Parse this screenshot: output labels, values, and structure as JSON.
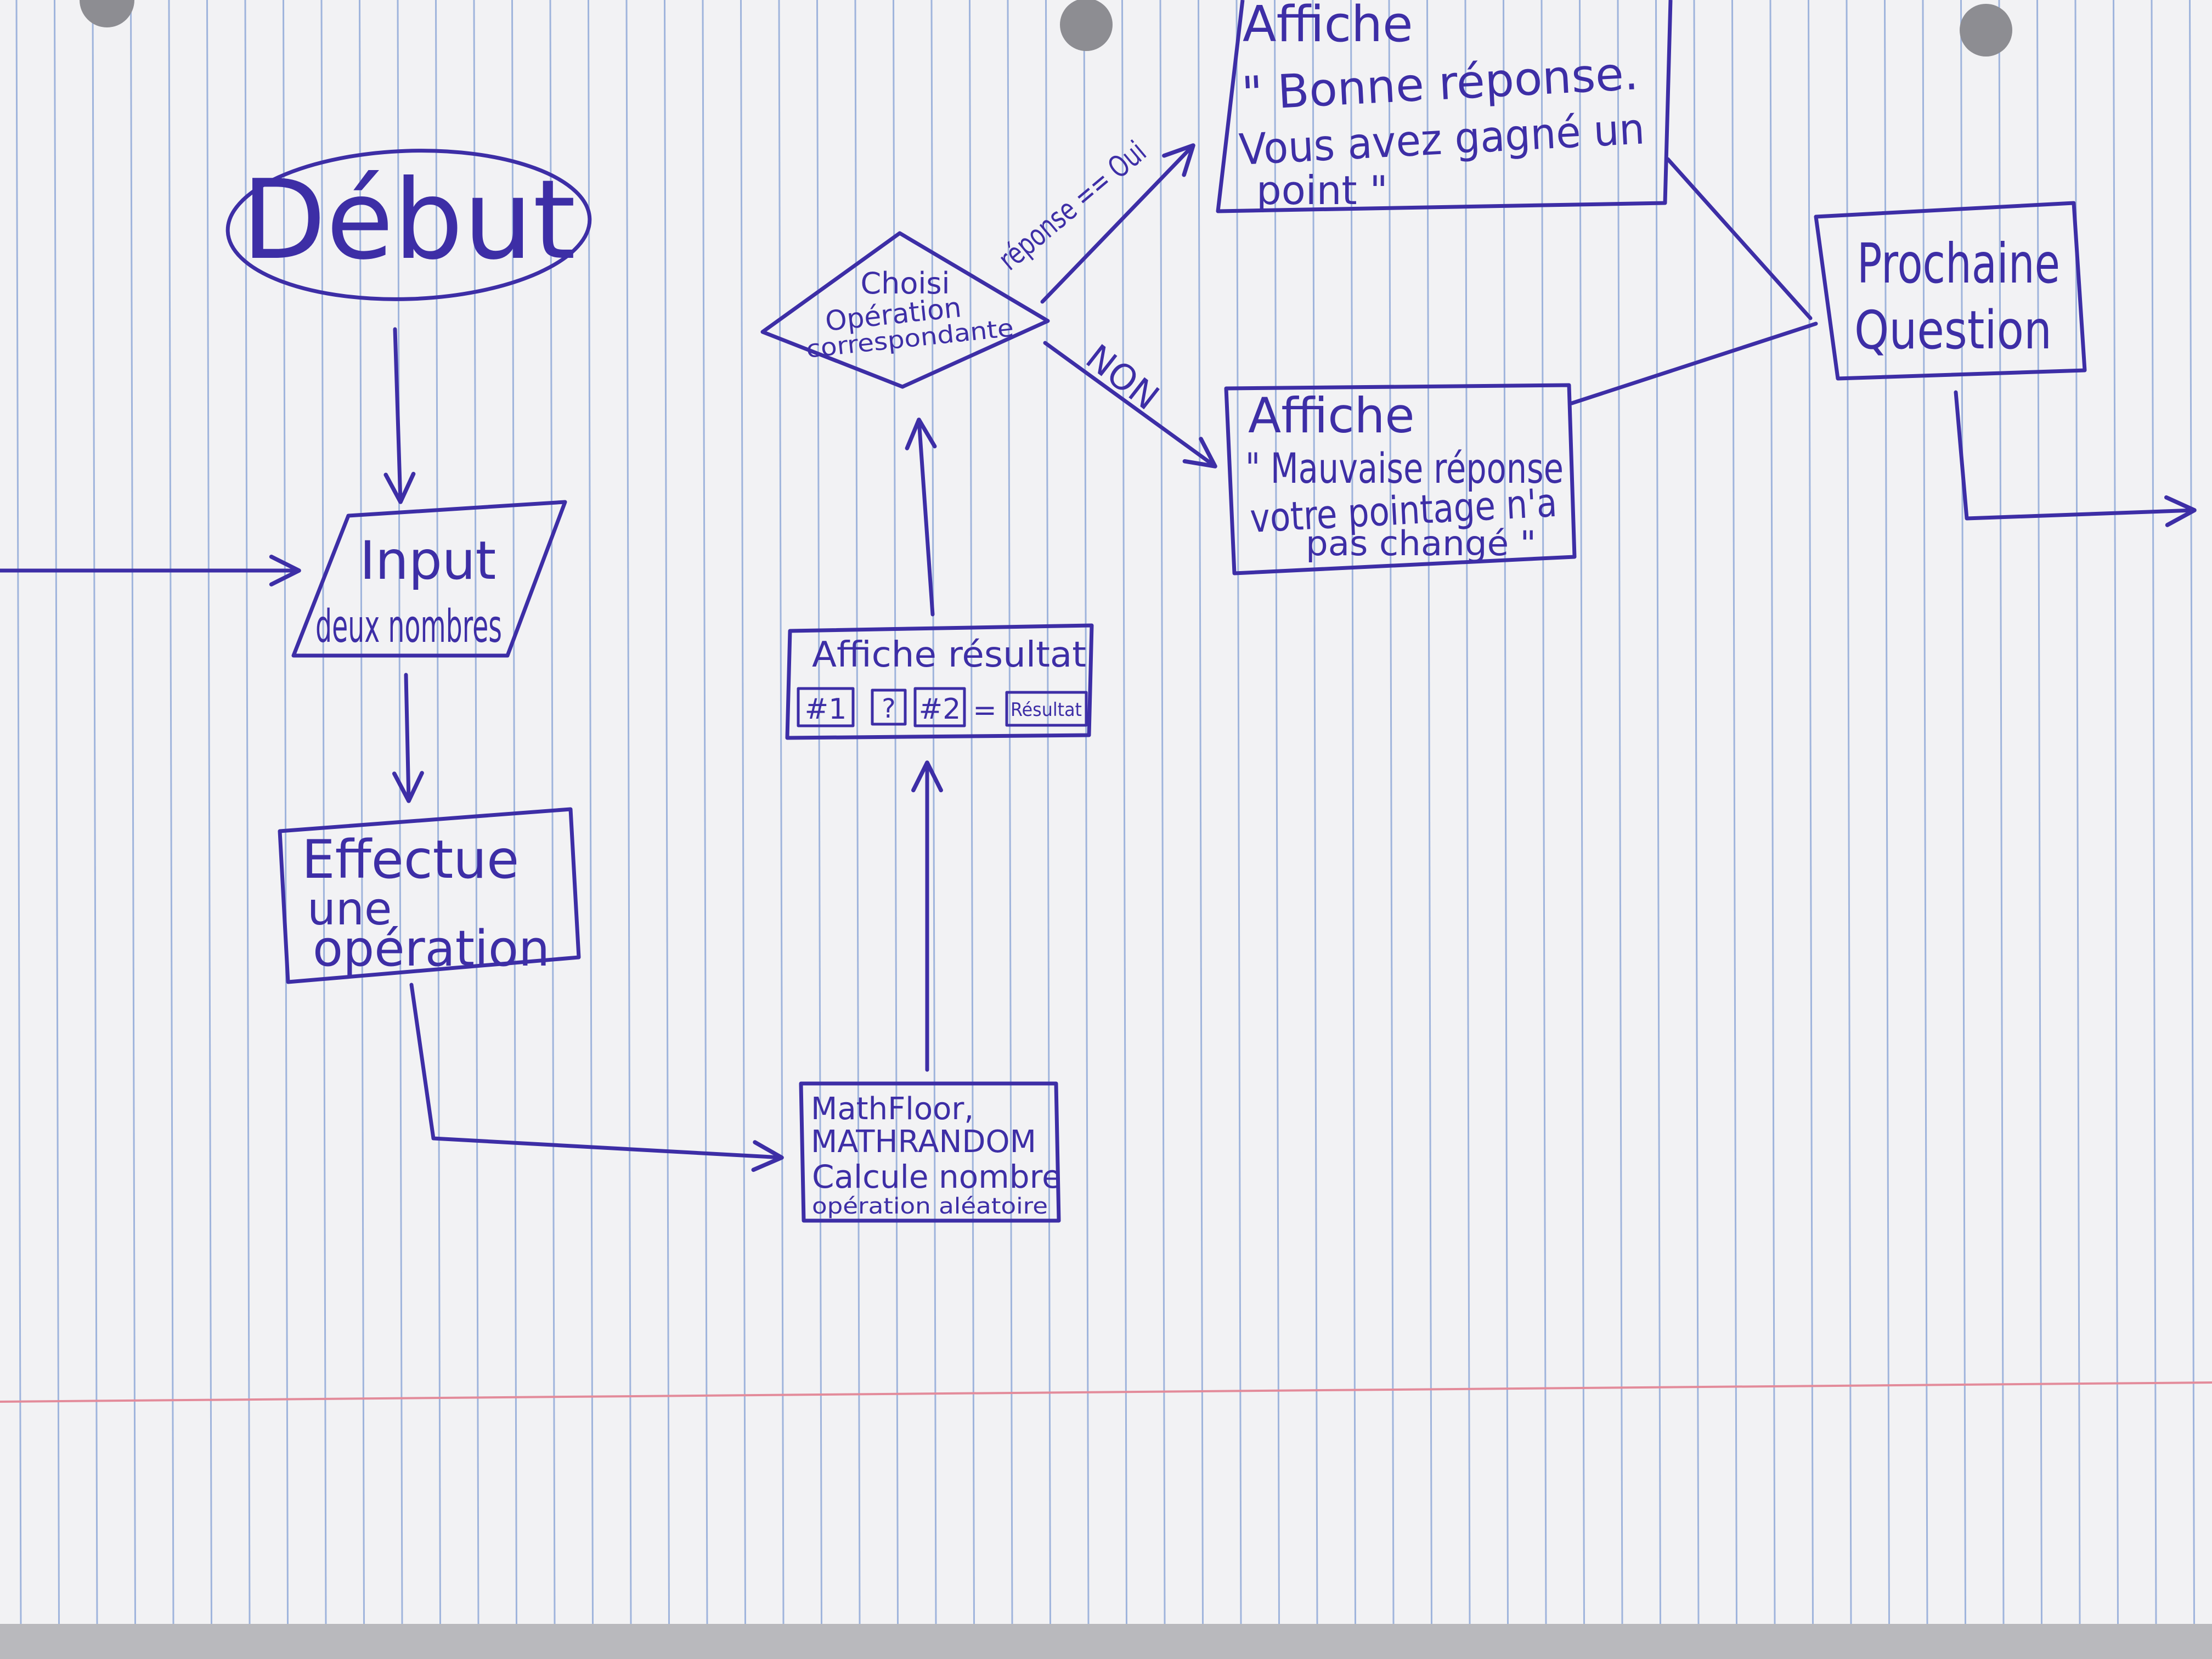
{
  "diagram": {
    "colors": {
      "ink": "#3d2ea6",
      "paper": "#f2f2f4",
      "rule_blue": "#9fb4dc",
      "margin_red": "#e38b9a"
    },
    "nodes": {
      "debut": {
        "label": "Début"
      },
      "input": {
        "line1": "Input",
        "line2": "deux nombres"
      },
      "effectue": {
        "line1": "Effectue",
        "line2": "une",
        "line3": "opération"
      },
      "mathfloor": {
        "line1": "MathFloor,",
        "line2": "MATHRANDOM",
        "line3": "Calcule nombre",
        "line4": "opération aléatoire"
      },
      "affiche_resultat": {
        "title": "Affiche résultat",
        "cell1": "#1",
        "cell2": "?",
        "cell3": "#2",
        "equals": "=",
        "cell4": "Résultat"
      },
      "choisi": {
        "line1": "Choisi",
        "line2": "Opération",
        "line3": "correspondante"
      },
      "bonne": {
        "line1": "Affiche",
        "line2": "\" Bonne réponse.",
        "line3": "Vous avez gagné un",
        "line4": "point \""
      },
      "mauvaise": {
        "line1": "Affiche",
        "line2": "\" Mauvaise réponse",
        "line3": "votre pointage n'a",
        "line4": "pas changé \""
      },
      "prochaine": {
        "line1": "Prochaine",
        "line2": "Question"
      }
    },
    "edges": {
      "oui_label": "réponse == Oui",
      "non_label": "NON"
    }
  }
}
